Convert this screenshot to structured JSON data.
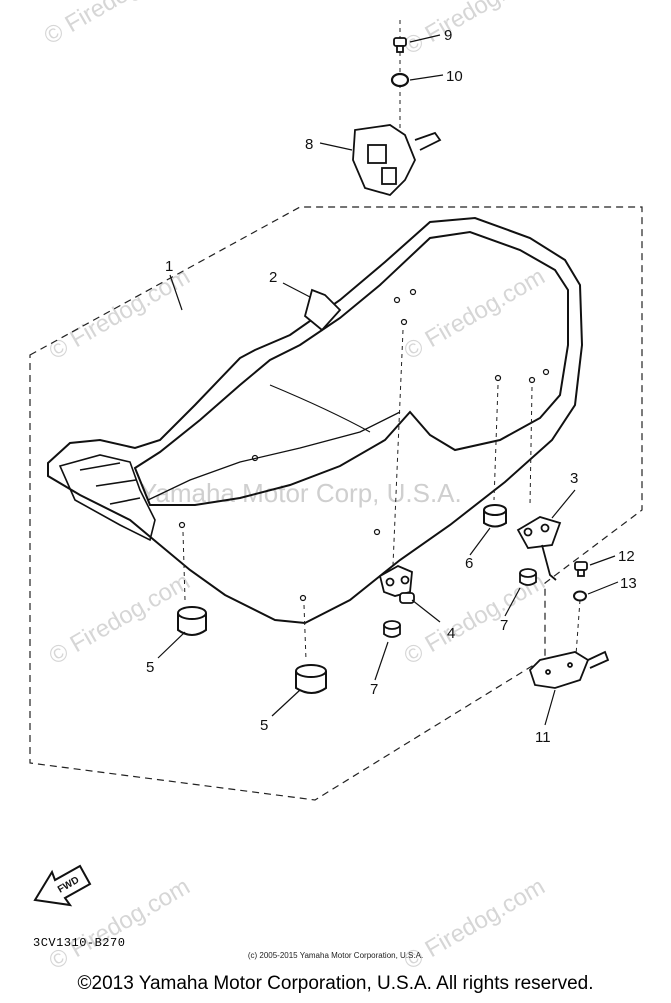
{
  "watermarks": {
    "site": "© Firedog.com",
    "manufacturer": "Yamaha Motor Corp, U.S.A."
  },
  "callouts": [
    {
      "id": "label-1",
      "text": "1"
    },
    {
      "id": "label-2",
      "text": "2"
    },
    {
      "id": "label-3",
      "text": "3"
    },
    {
      "id": "label-4",
      "text": "4"
    },
    {
      "id": "label-5a",
      "text": "5"
    },
    {
      "id": "label-5b",
      "text": "5"
    },
    {
      "id": "label-6",
      "text": "6"
    },
    {
      "id": "label-7a",
      "text": "7"
    },
    {
      "id": "label-7b",
      "text": "7"
    },
    {
      "id": "label-8",
      "text": "8"
    },
    {
      "id": "label-9",
      "text": "9"
    },
    {
      "id": "label-10",
      "text": "10"
    },
    {
      "id": "label-11",
      "text": "11"
    },
    {
      "id": "label-12",
      "text": "12"
    },
    {
      "id": "label-13",
      "text": "13"
    }
  ],
  "fwd_arrow_label": "FWD",
  "drawing_code": "3CV1310-B270",
  "small_copyright": "(c) 2005-2015 Yamaha Motor Corporation, U.S.A.",
  "footer_copyright": "©2013 Yamaha Motor Corporation, U.S.A. All rights reserved."
}
